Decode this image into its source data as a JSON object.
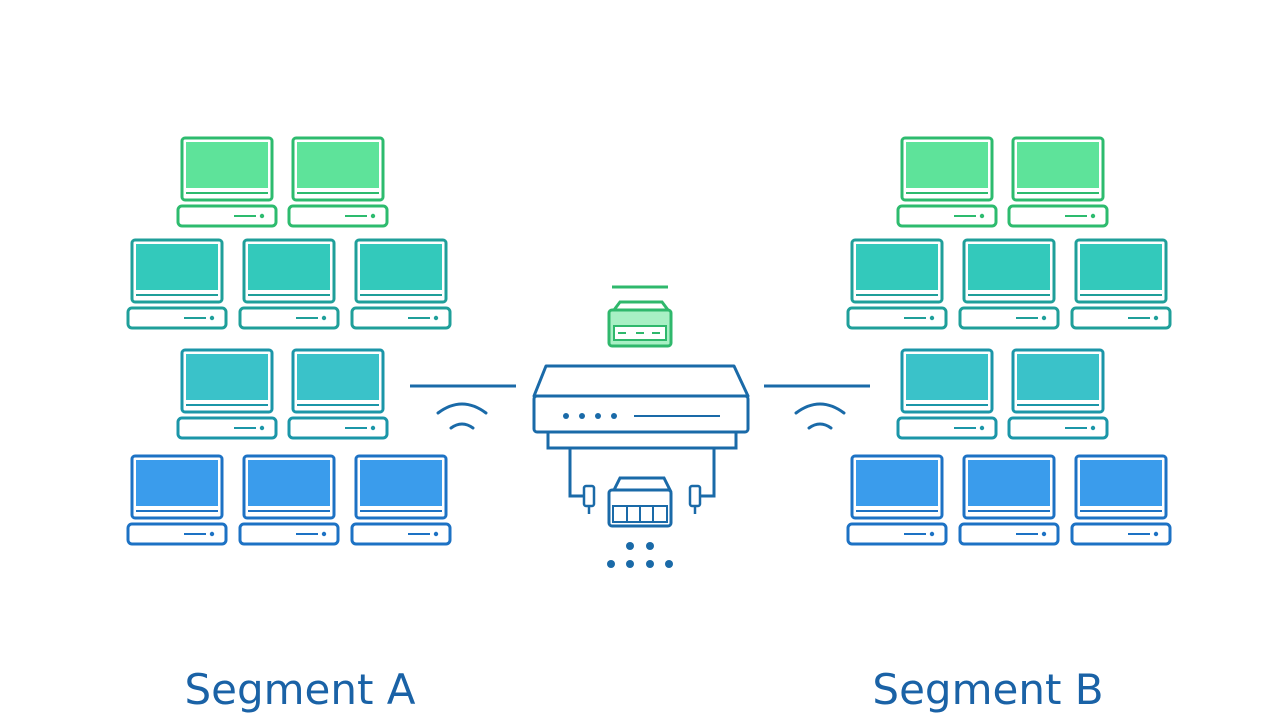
{
  "segments": [
    {
      "id": "a",
      "label": "Segment A"
    },
    {
      "id": "b",
      "label": "Segment B"
    }
  ],
  "colors": {
    "row1_fill": "#5ee39a",
    "row1_stroke": "#2dbb6e",
    "row2_fill": "#33c9bb",
    "row2_stroke": "#1f9f9a",
    "row3_fill": "#3ac2c9",
    "row3_stroke": "#1b96a8",
    "row4_fill": "#3a9cec",
    "row4_stroke": "#1d72c4",
    "device_stroke": "#1a6aa8",
    "device_green_fill": "#a8f0c4",
    "device_green_stroke": "#2fb86c",
    "label_color": "#1a62a6"
  },
  "icons": {
    "computer": "computer-icon",
    "switch": "network-switch-icon",
    "wifi": "wifi-icon",
    "module": "network-module-icon"
  }
}
